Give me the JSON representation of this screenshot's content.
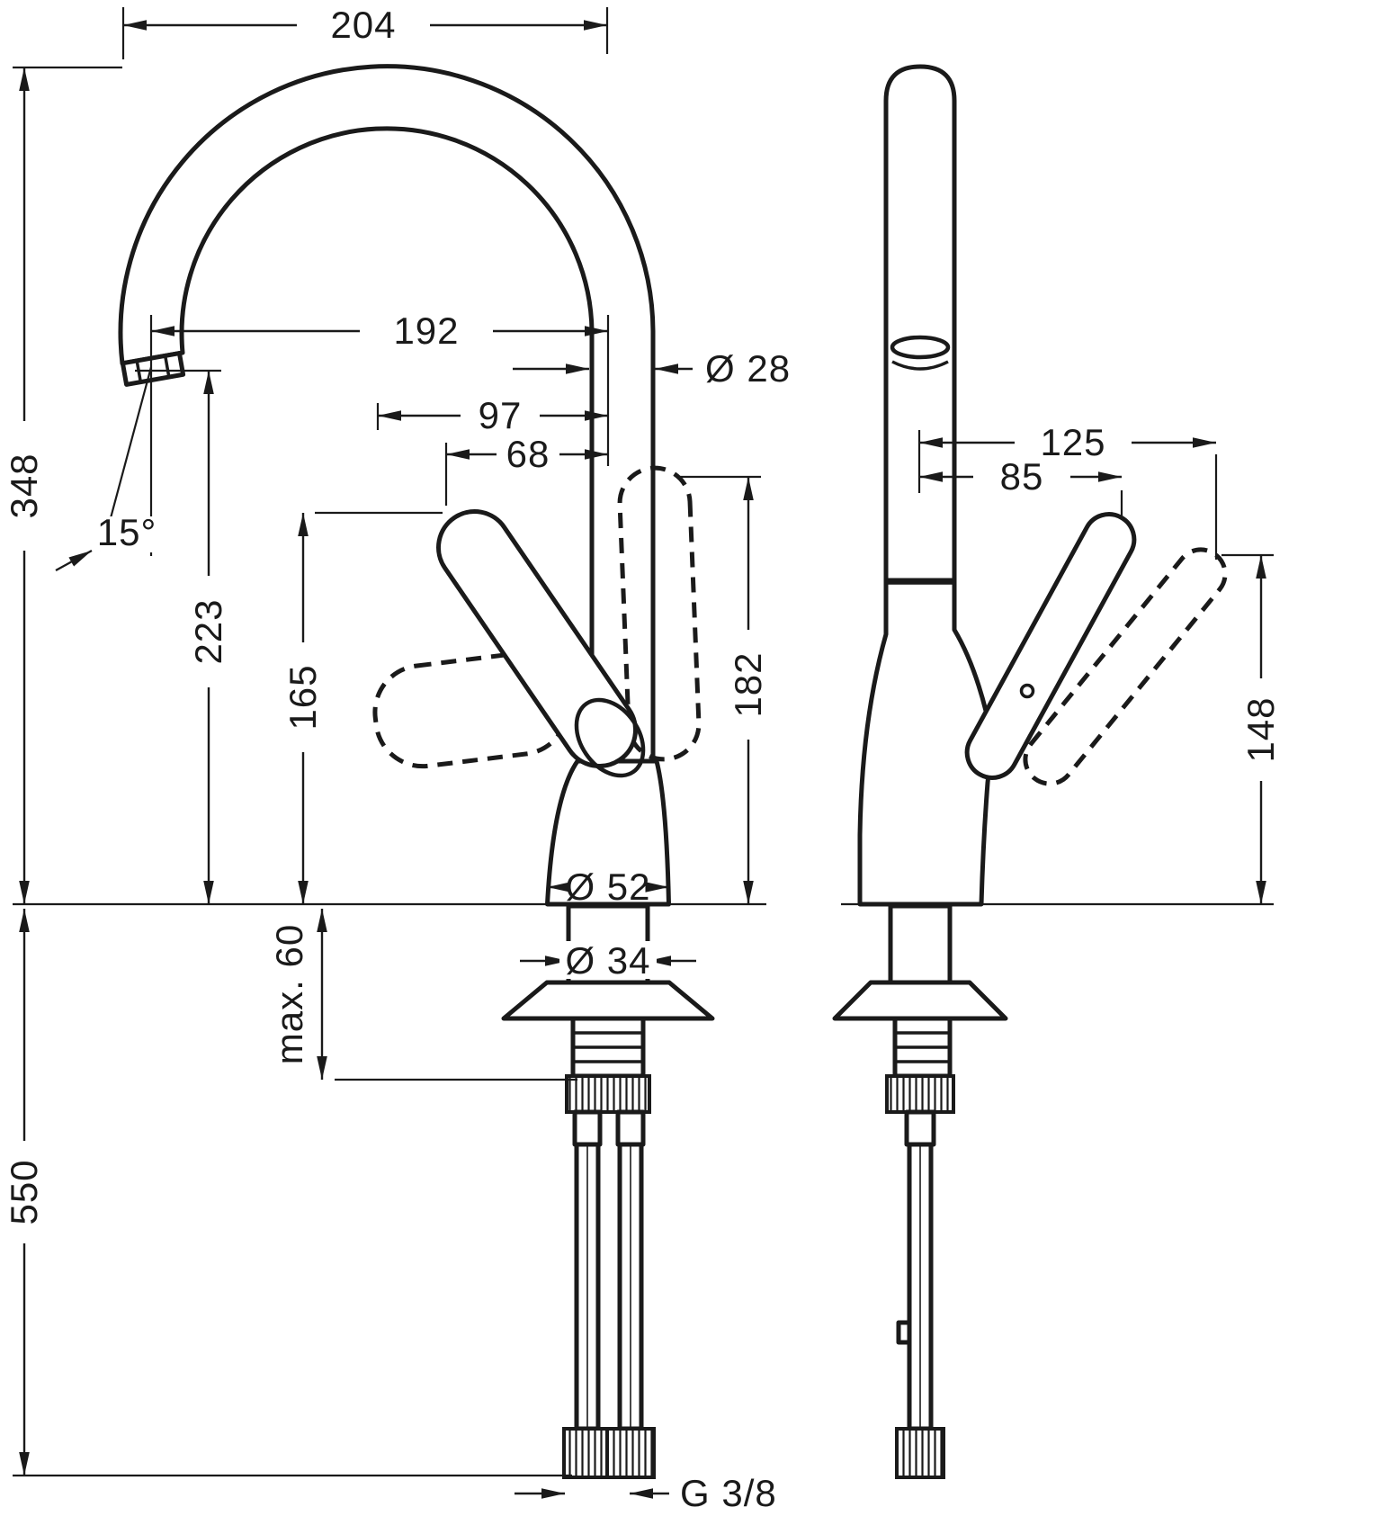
{
  "diagram": {
    "type": "technical-drawing",
    "dimensions": {
      "spout_span": "204",
      "overall_height": "348",
      "spout_reach": "192",
      "spout_pipe_diameter": "Ø 28",
      "lever_offset_outer": "97",
      "lever_offset_inner": "68",
      "spout_angle": "15°",
      "outlet_height": "223",
      "lever_height": "165",
      "swivel_height": "182",
      "base_diameter": "Ø 52",
      "shank_diameter": "Ø 34",
      "max_deck_thickness": "max. 60",
      "hose_length": "550",
      "lever_reach_open": "125",
      "lever_reach": "85",
      "lever_height_side": "148",
      "connection_thread": "G 3/8"
    }
  }
}
